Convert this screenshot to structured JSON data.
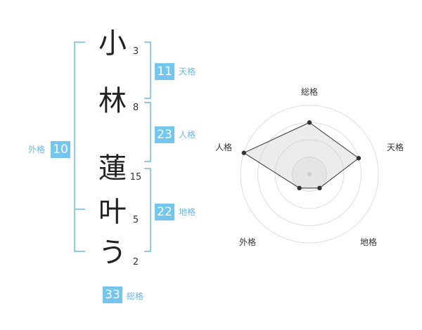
{
  "name": {
    "chars": [
      {
        "char": "小",
        "strokes": "3"
      },
      {
        "char": "林",
        "strokes": "8"
      },
      {
        "char": "蓮",
        "strokes": "15"
      },
      {
        "char": "叶",
        "strokes": "5"
      },
      {
        "char": "う",
        "strokes": "2"
      }
    ]
  },
  "fortune": {
    "tenkaku": {
      "value": "11",
      "label": "天格"
    },
    "jinkaku": {
      "value": "23",
      "label": "人格"
    },
    "chikaku": {
      "value": "22",
      "label": "地格"
    },
    "gaikaku": {
      "value": "10",
      "label": "外格"
    },
    "soukaku": {
      "value": "33",
      "label": "総格"
    }
  },
  "colors": {
    "accent": "#74c6ee",
    "bracket": "#8dcdf0",
    "text": "#222222"
  },
  "chart_data": {
    "type": "radar",
    "axes": [
      "総格",
      "天格",
      "地格",
      "外格",
      "人格"
    ],
    "values": [
      0.75,
      0.75,
      0.25,
      0.25,
      1.0
    ],
    "scale_max": 1.0,
    "rings": 4
  }
}
